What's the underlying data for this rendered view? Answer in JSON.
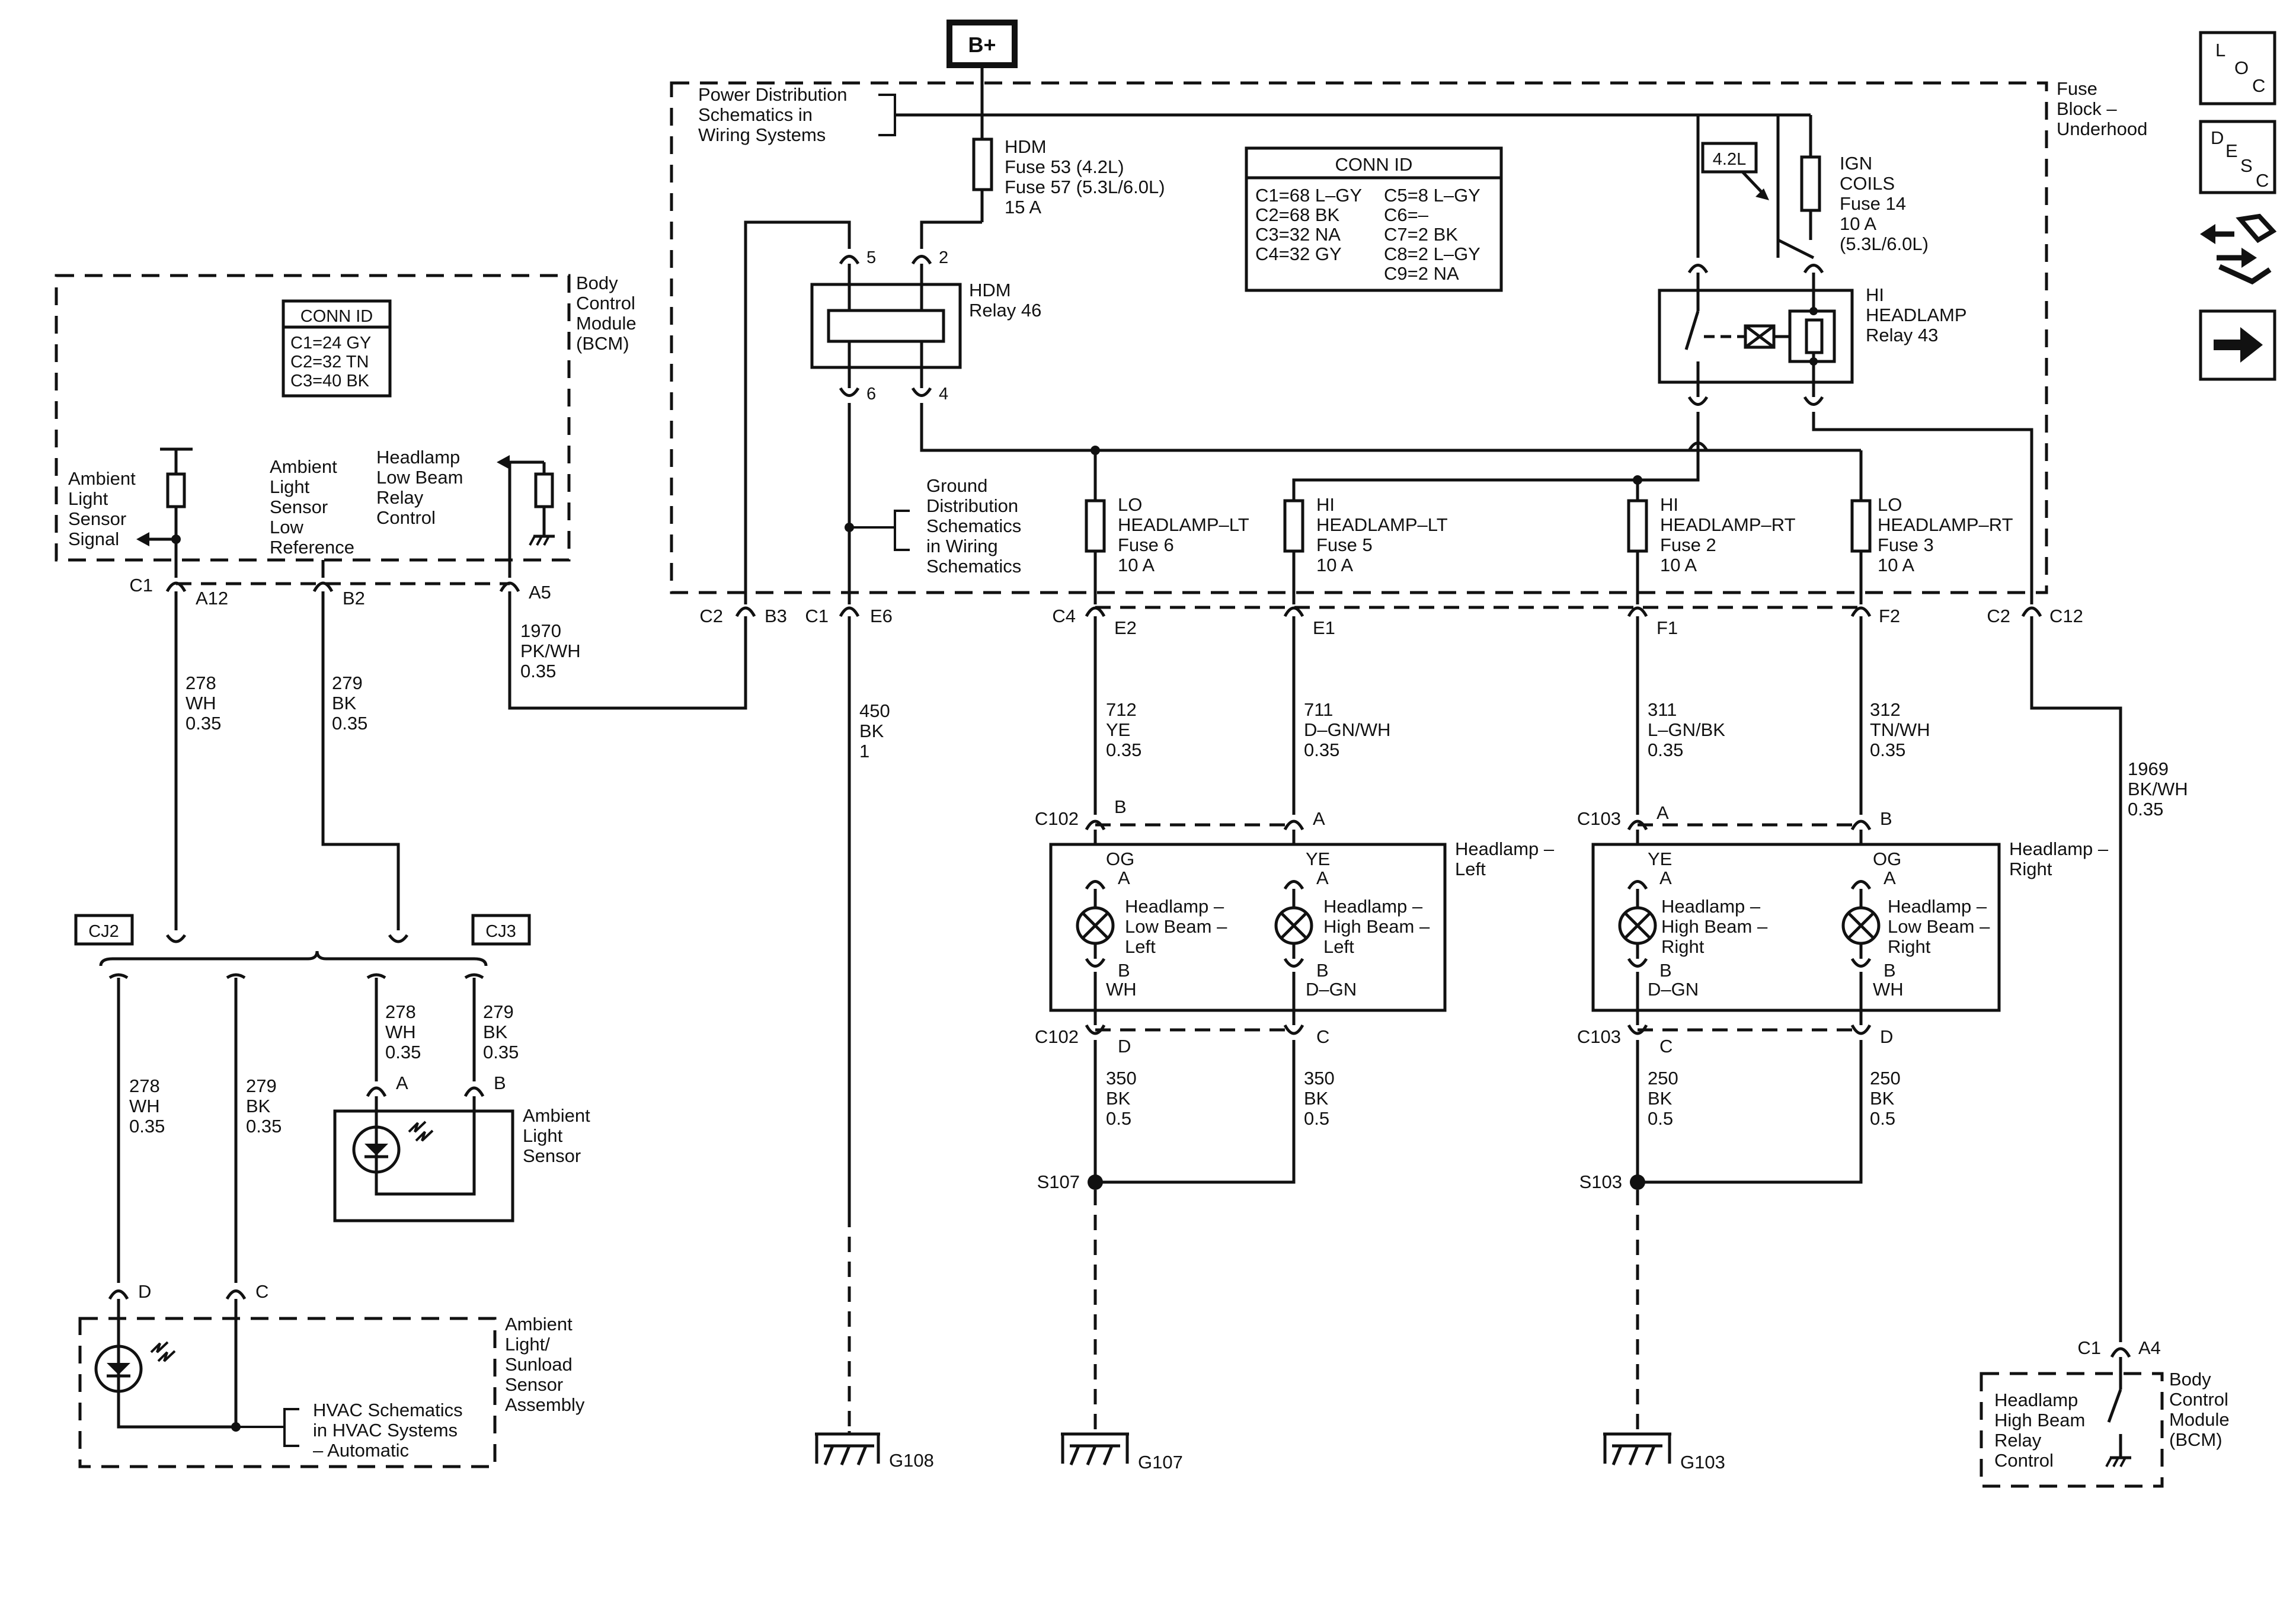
{
  "power": {
    "source": "B+"
  },
  "fuse_block": {
    "name": [
      "Fuse",
      "Block –",
      "Underhood"
    ],
    "pds_note": [
      "Power Distribution",
      "Schematics in",
      "Wiring Systems"
    ],
    "gnd_note": [
      "Ground",
      "Distribution",
      "Schematics",
      "in Wiring",
      "Schematics"
    ],
    "conn_id_title": "CONN ID",
    "conn_id_left": [
      "C1=68 L–GY",
      "C2=68 BK",
      "C3=32 NA",
      "C4=32 GY"
    ],
    "conn_id_right": [
      "C5=8 L–GY",
      "C6=–",
      "C7=2 BK",
      "C8=2 L–GY",
      "C9=2 NA"
    ],
    "engine_tag": "4.2L"
  },
  "fuses": {
    "hdm": [
      "HDM",
      "Fuse 53 (4.2L)",
      "Fuse 57 (5.3L/6.0L)",
      "15 A"
    ],
    "ign": [
      "IGN",
      "COILS",
      "Fuse 14",
      "10 A",
      "(5.3L/6.0L)"
    ],
    "lo_lt": [
      "LO",
      "HEADLAMP–LT",
      "Fuse 6",
      "10 A"
    ],
    "hi_lt": [
      "HI",
      "HEADLAMP–LT",
      "Fuse 5",
      "10 A"
    ],
    "hi_rt": [
      "HI",
      "HEADLAMP–RT",
      "Fuse 2",
      "10 A"
    ],
    "lo_rt": [
      "LO",
      "HEADLAMP–RT",
      "Fuse 3",
      "10 A"
    ]
  },
  "relays": {
    "hdm": {
      "label": [
        "HDM",
        "Relay 46"
      ],
      "pins": [
        "5",
        "2",
        "6",
        "4"
      ]
    },
    "hi": {
      "label": [
        "HI",
        "HEADLAMP",
        "Relay 43"
      ]
    }
  },
  "bcm": {
    "name": [
      "Body",
      "Control",
      "Module",
      "(BCM)"
    ],
    "conn_id_title": "CONN ID",
    "conn_id": [
      "C1=24 GY",
      "C2=32 TN",
      "C3=40 BK"
    ],
    "signals": {
      "ambient": [
        "Ambient",
        "Light",
        "Sensor",
        "Signal"
      ],
      "low_ref": [
        "Ambient",
        "Light",
        "Sensor",
        "Low",
        "Reference"
      ],
      "lowbeam": [
        "Headlamp",
        "Low Beam",
        "Relay",
        "Control"
      ]
    }
  },
  "bcm2": {
    "name": [
      "Body",
      "Control",
      "Module",
      "(BCM)"
    ],
    "label": [
      "Headlamp",
      "High Beam",
      "Relay",
      "Control"
    ],
    "conn": "C1",
    "pin": "A4"
  },
  "connectors": {
    "c1": "C1",
    "a12": "A12",
    "b2": "B2",
    "a5": "A5",
    "c2a": "C2",
    "b3": "B3",
    "c1b": "C1",
    "e6": "E6",
    "c4": "C4",
    "e2": "E2",
    "e1": "E1",
    "f1": "F1",
    "f2": "F2",
    "c2b": "C2",
    "c12": "C12"
  },
  "wires": {
    "w278a": [
      "278",
      "WH",
      "0.35"
    ],
    "w279a": [
      "279",
      "BK",
      "0.35"
    ],
    "w1970": [
      "1970",
      "PK/WH",
      "0.35"
    ],
    "w450": [
      "450",
      "BK",
      "1"
    ],
    "w712": [
      "712",
      "YE",
      "0.35"
    ],
    "w711": [
      "711",
      "D–GN/WH",
      "0.35"
    ],
    "w311": [
      "311",
      "L–GN/BK",
      "0.35"
    ],
    "w312": [
      "312",
      "TN/WH",
      "0.35"
    ],
    "w1969": [
      "1969",
      "BK/WH",
      "0.35"
    ],
    "w278b": [
      "278",
      "WH",
      "0.35"
    ],
    "w279b": [
      "279",
      "BK",
      "0.35"
    ],
    "w278c": [
      "278",
      "WH",
      "0.35"
    ],
    "w279c": [
      "279",
      "BK",
      "0.35"
    ],
    "w350a": [
      "350",
      "BK",
      "0.5"
    ],
    "w350b": [
      "350",
      "BK",
      "0.5"
    ],
    "w250a": [
      "250",
      "BK",
      "0.5"
    ],
    "w250b": [
      "250",
      "BK",
      "0.5"
    ]
  },
  "junctions": {
    "cj2": "CJ2",
    "cj3": "CJ3"
  },
  "ambient_sensor": {
    "label": [
      "Ambient",
      "Light",
      "Sensor"
    ],
    "pin_a": "A",
    "pin_b": "B"
  },
  "sunload": {
    "label": [
      "Ambient",
      "Light/",
      "Sunload",
      "Sensor",
      "Assembly"
    ],
    "pin_d": "D",
    "pin_c": "C",
    "hvac": [
      "HVAC Schematics",
      "in HVAC Systems",
      "– Automatic"
    ]
  },
  "headlamp_left": {
    "label": [
      "Headlamp –",
      "Left"
    ],
    "conn_top": "C102",
    "pin_b_top": "B",
    "pin_a_top": "A",
    "conn_bot": "C102",
    "pin_d_bot": "D",
    "pin_c_bot": "C",
    "low": {
      "label": [
        "Headlamp –",
        "Low Beam –",
        "Left"
      ],
      "top_color": "OG",
      "top_pin": "A",
      "bot_pin": "B",
      "bot_color": "WH"
    },
    "high": {
      "label": [
        "Headlamp –",
        "High Beam –",
        "Left"
      ],
      "top_color": "YE",
      "top_pin": "A",
      "bot_pin": "B",
      "bot_color": "D–GN"
    }
  },
  "headlamp_right": {
    "label": [
      "Headlamp –",
      "Right"
    ],
    "conn_top": "C103",
    "pin_a_top": "A",
    "pin_b_top": "B",
    "conn_bot": "C103",
    "pin_c_bot": "C",
    "pin_d_bot": "D",
    "high": {
      "label": [
        "Headlamp –",
        "High Beam –",
        "Right"
      ],
      "top_color": "YE",
      "top_pin": "A",
      "bot_pin": "B",
      "bot_color": "D–GN"
    },
    "low": {
      "label": [
        "Headlamp –",
        "Low Beam –",
        "Right"
      ],
      "top_color": "OG",
      "top_pin": "A",
      "bot_pin": "B",
      "bot_color": "WH"
    }
  },
  "splices": {
    "s107": "S107",
    "s103": "S103"
  },
  "grounds": {
    "g108": "G108",
    "g107": "G107",
    "g103": "G103"
  },
  "side_icons": {
    "loc": [
      "L",
      "O",
      "C"
    ],
    "desc": [
      "D",
      "E",
      "S",
      "C"
    ]
  }
}
